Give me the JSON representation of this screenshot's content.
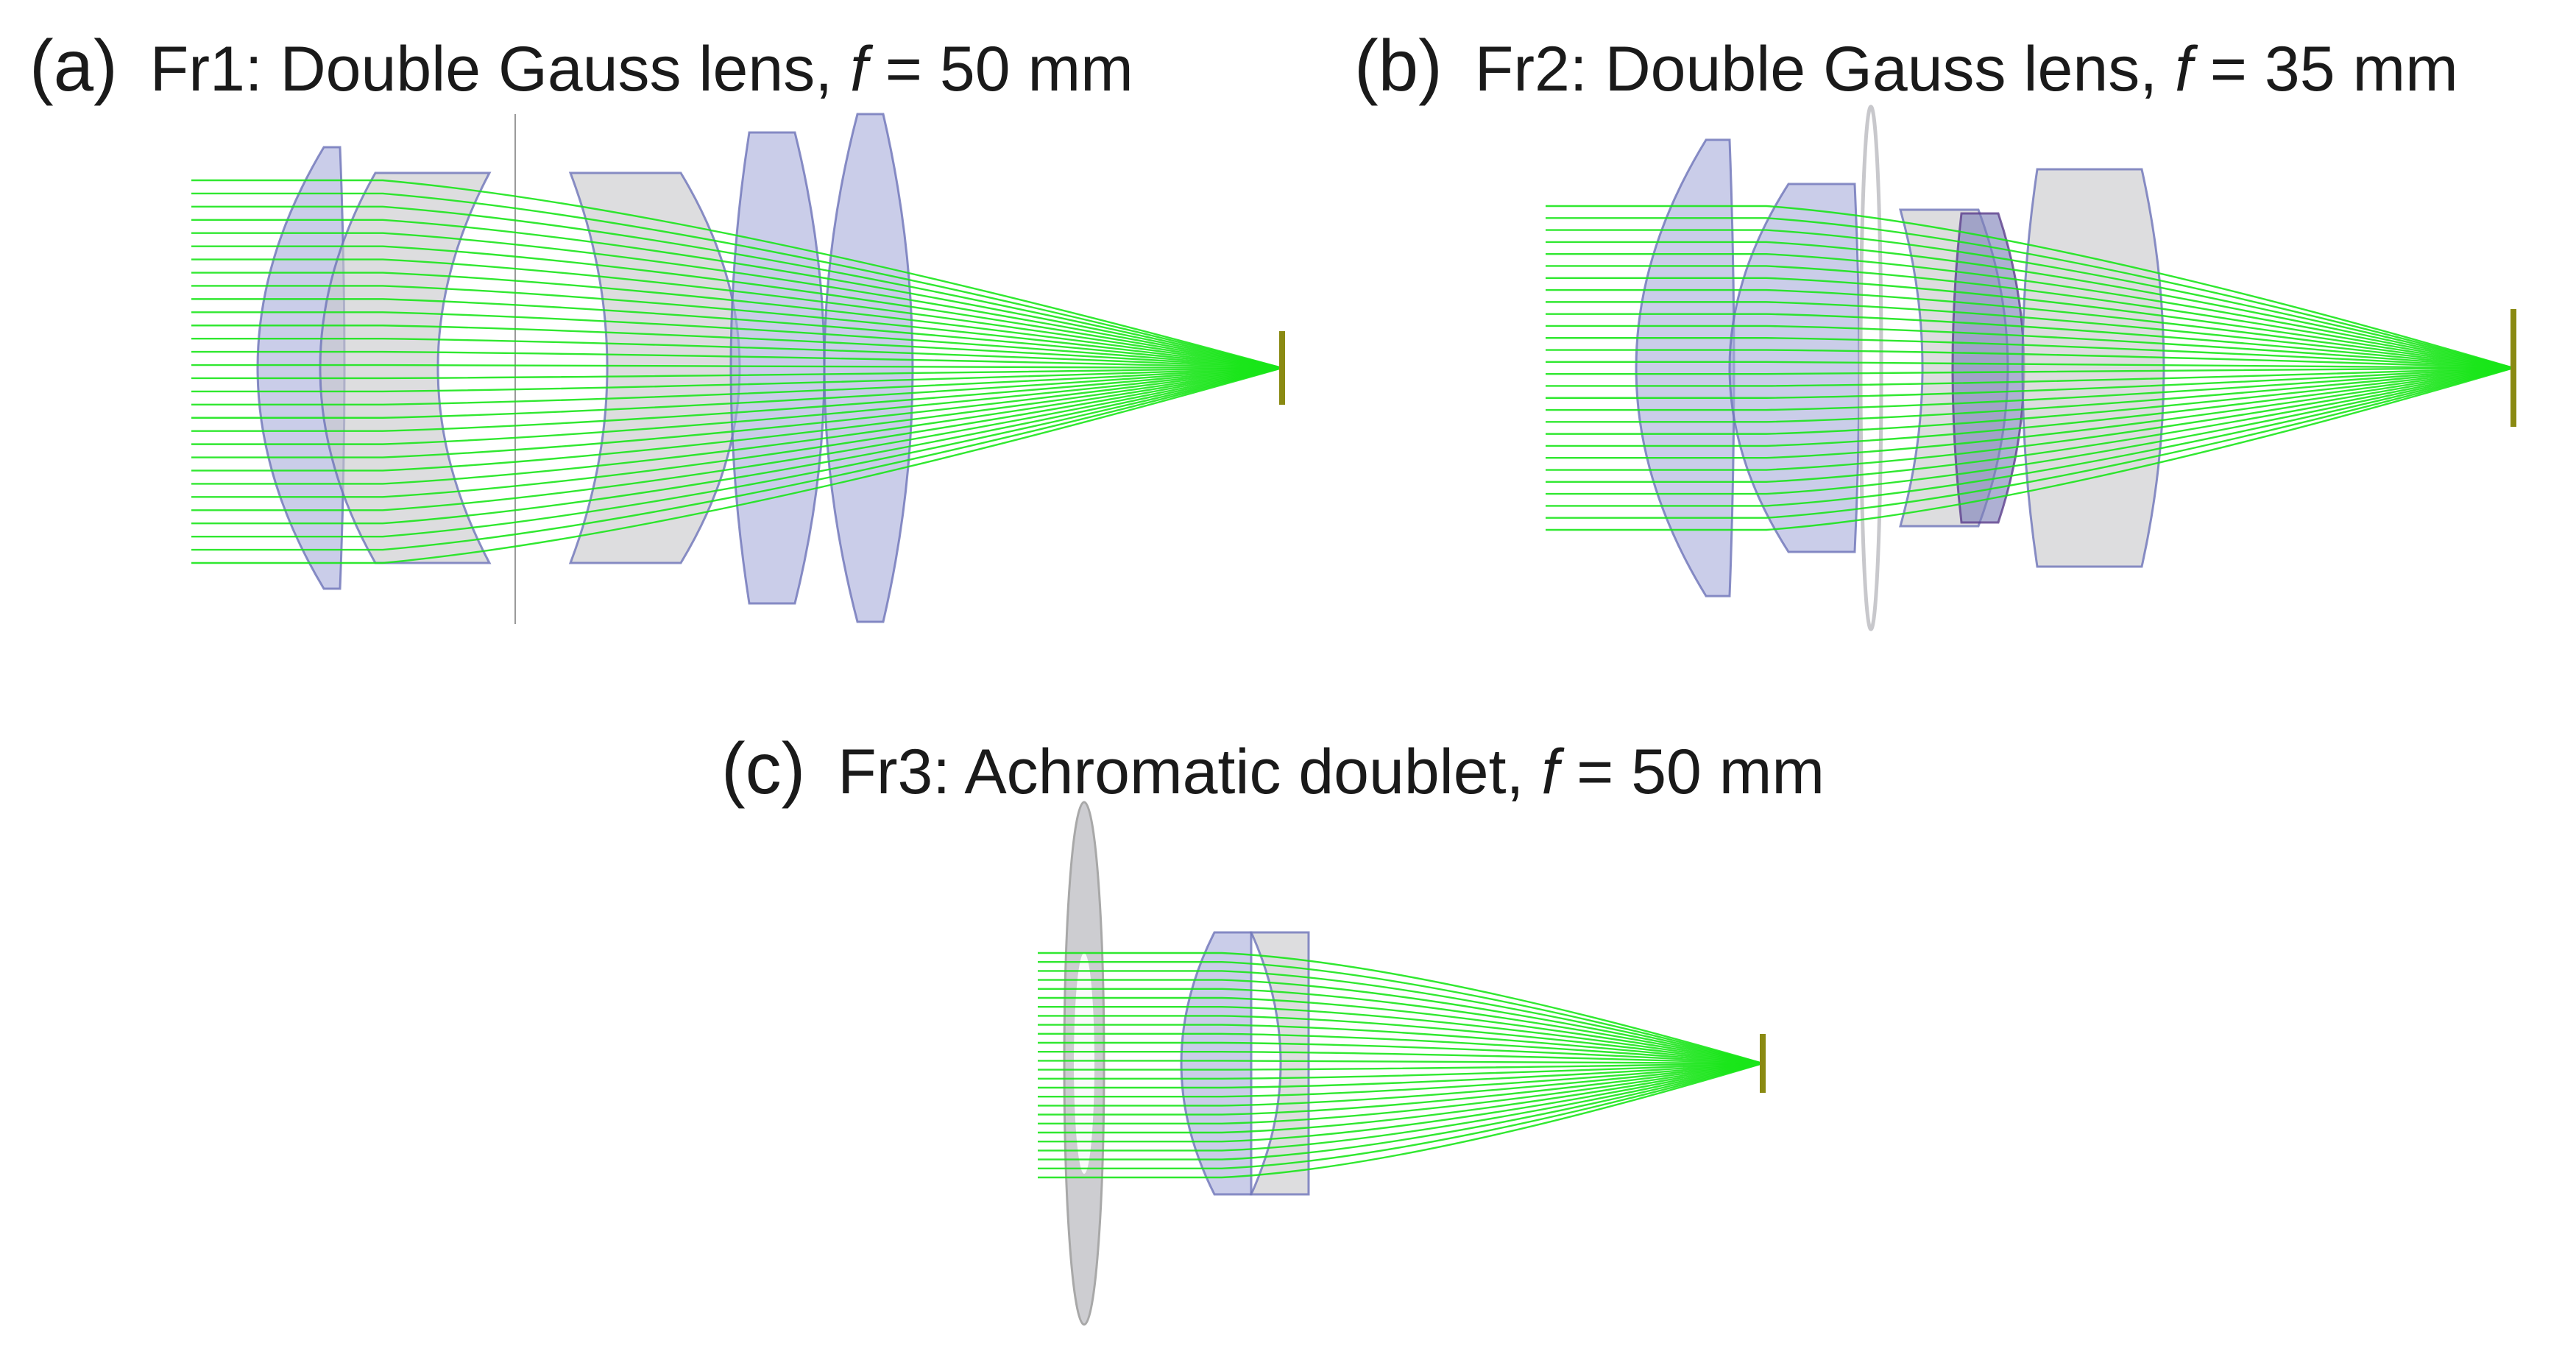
{
  "colors": {
    "ray": "#19e619",
    "glass_blue": "#a9afdb",
    "glass_gray": "#c8c8cc",
    "edge_blue": "#6d73b8",
    "detector": "#8a8a12",
    "text": "#1a1a1a"
  },
  "panels": [
    {
      "letter": "(a)",
      "title_prefix": "Fr1: Double Gauss lens, ",
      "focal_symbol": "f",
      "focal_suffix": " = 50 mm"
    },
    {
      "letter": "(b)",
      "title_prefix": "Fr2: Double Gauss lens, ",
      "focal_symbol": "f",
      "focal_suffix": " = 35 mm"
    },
    {
      "letter": "(c)",
      "title_prefix": "Fr3: Achromatic doublet, ",
      "focal_symbol": "f",
      "focal_suffix": " = 50 mm"
    }
  ]
}
